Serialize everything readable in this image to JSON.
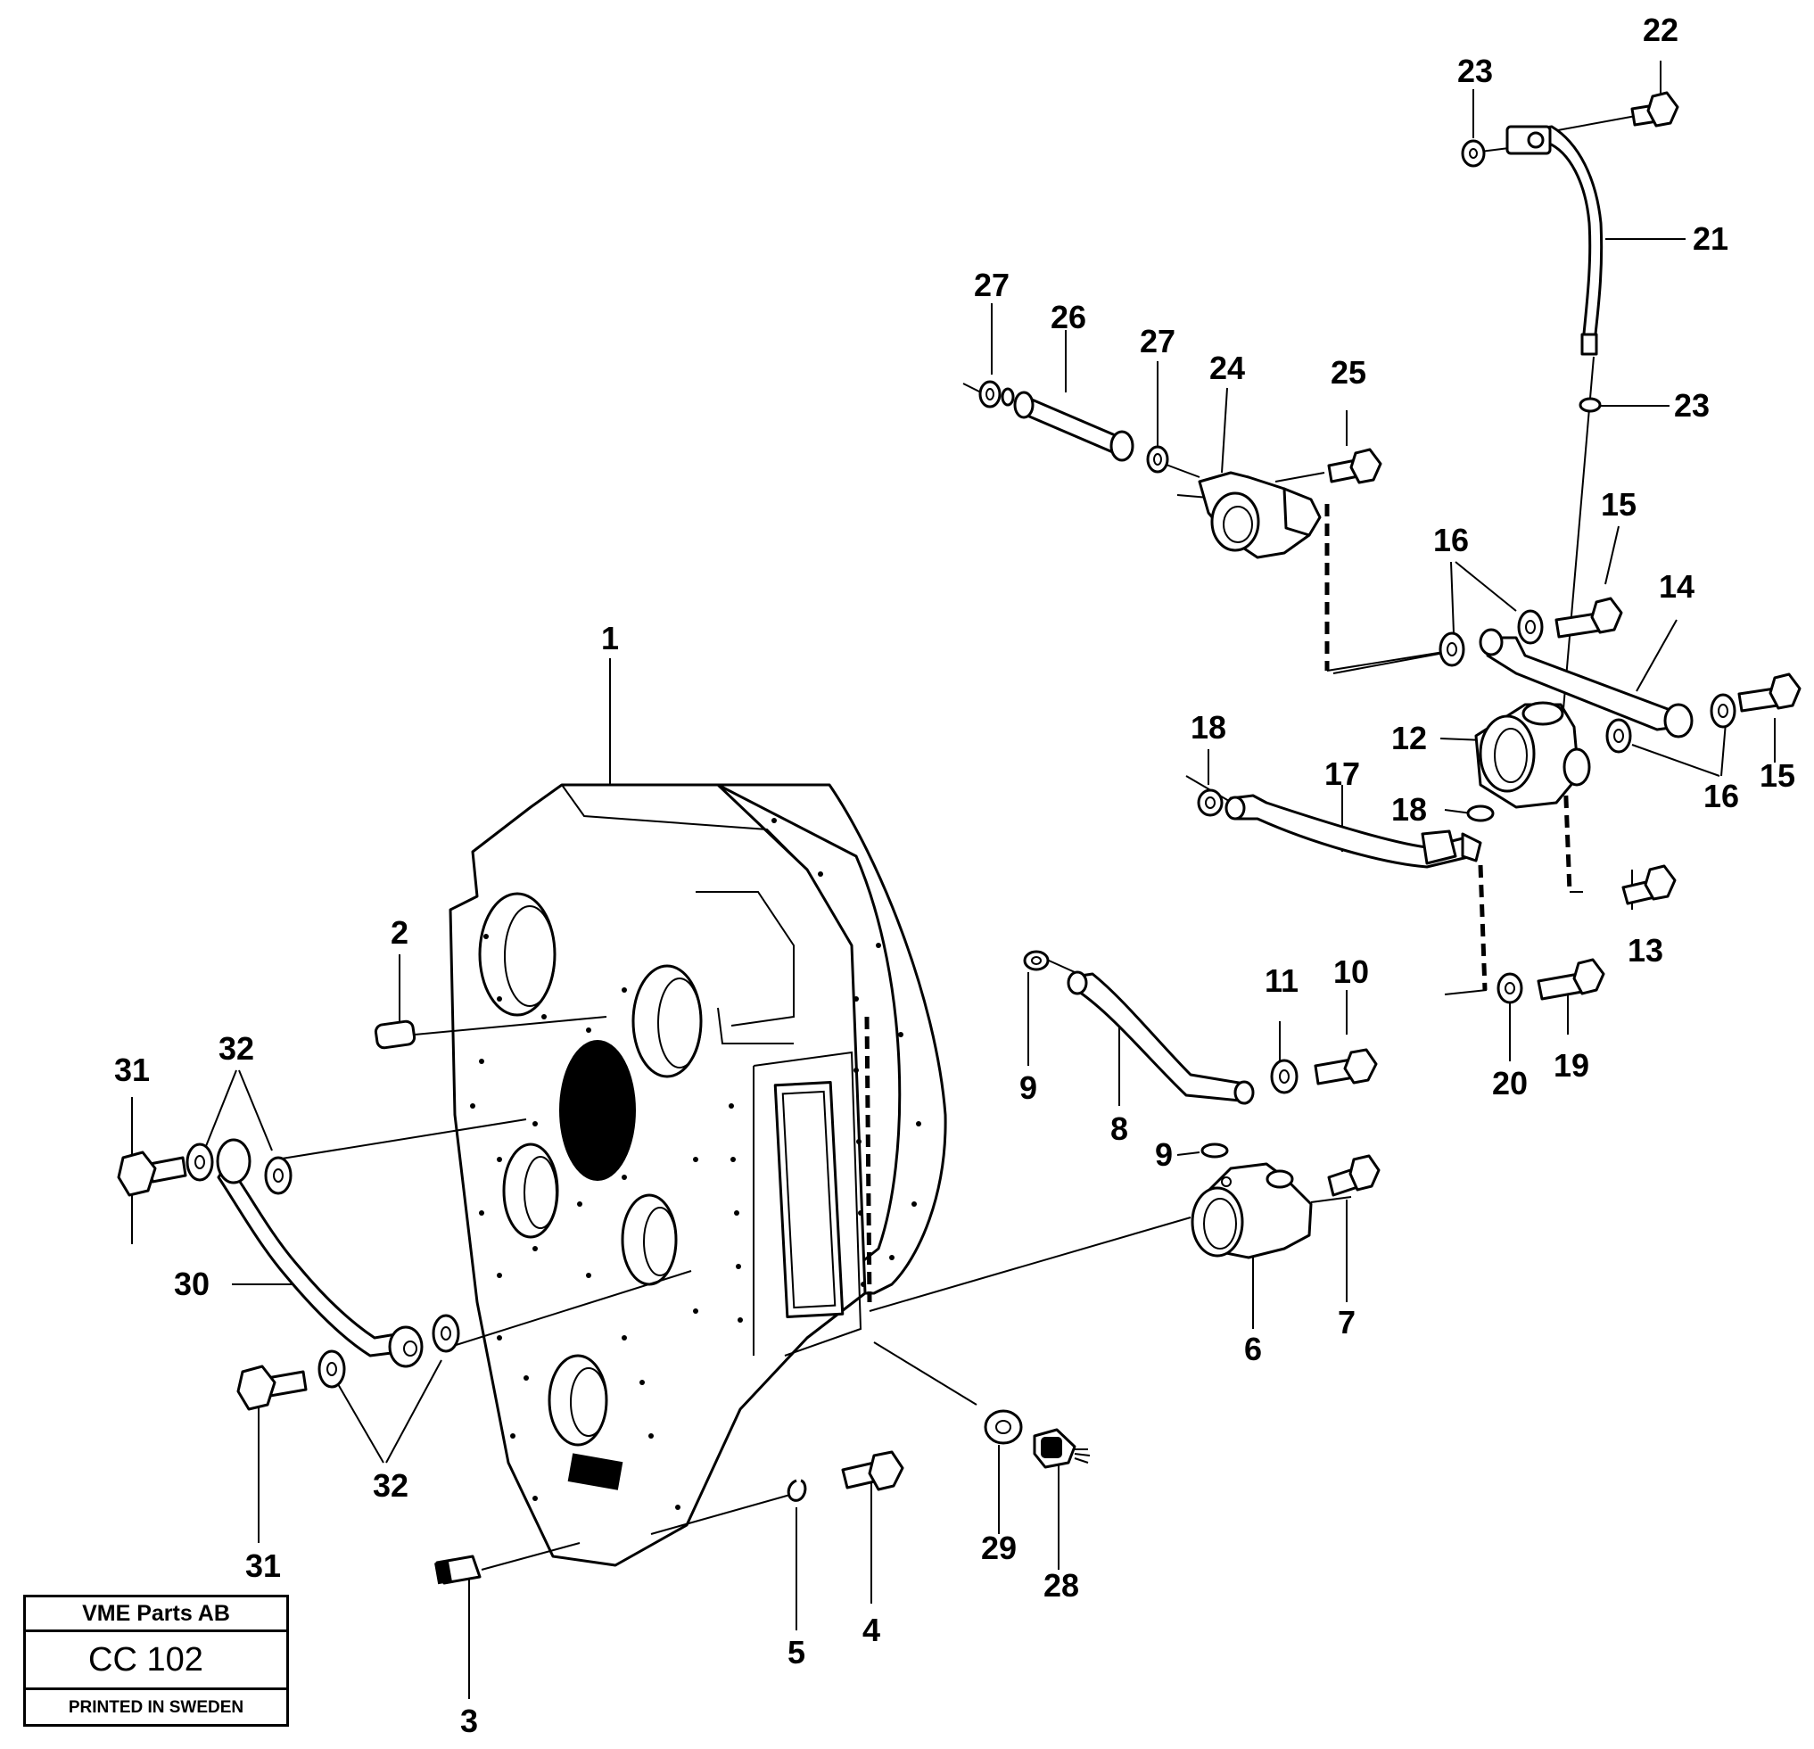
{
  "callouts": {
    "n1": "1",
    "n2": "2",
    "n3": "3",
    "n4": "4",
    "n5": "5",
    "n6": "6",
    "n7": "7",
    "n8": "8",
    "n9a": "9",
    "n9b": "9",
    "n10": "10",
    "n11": "11",
    "n12": "12",
    "n13": "13",
    "n14": "14",
    "n15a": "15",
    "n15b": "15",
    "n16a": "16",
    "n16b": "16",
    "n17": "17",
    "n18a": "18",
    "n18b": "18",
    "n19": "19",
    "n20": "20",
    "n21": "21",
    "n22": "22",
    "n23a": "23",
    "n23b": "23",
    "n24": "24",
    "n25": "25",
    "n26": "26",
    "n27a": "27",
    "n27b": "27",
    "n28": "28",
    "n29": "29",
    "n30": "30",
    "n31a": "31",
    "n31b": "31",
    "n32a": "32",
    "n32b": "32"
  },
  "title_block": {
    "company": "VME Parts AB",
    "code": "CC 102",
    "printed": "PRINTED IN SWEDEN"
  }
}
